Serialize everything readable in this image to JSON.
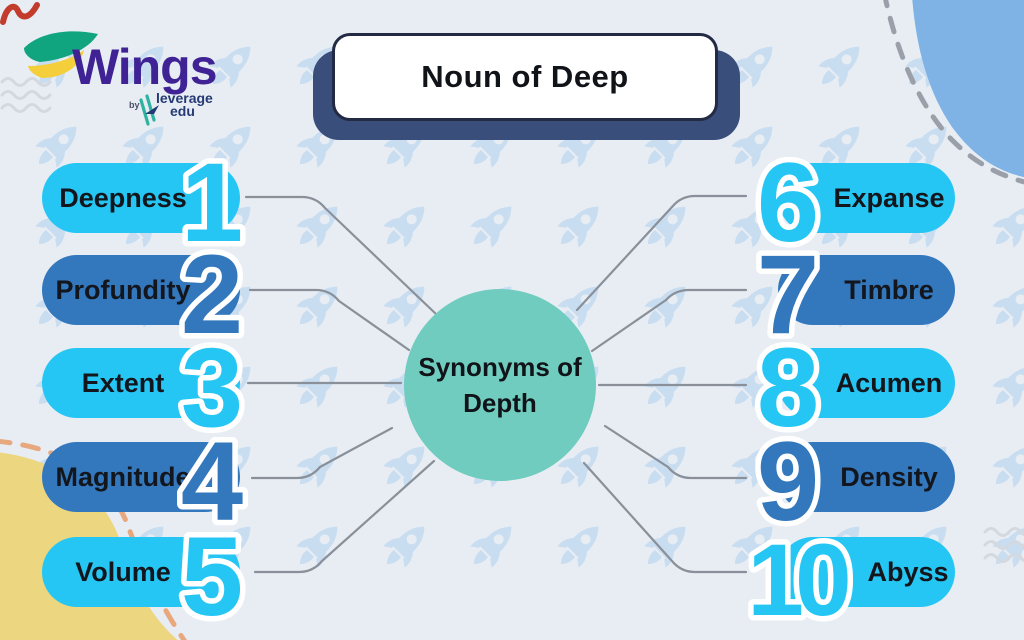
{
  "header": {
    "title": "Noun of Deep"
  },
  "brand": {
    "wings": "Wings",
    "by": "by",
    "leverage": "leverage",
    "edu": "edu"
  },
  "center": {
    "line1": "Synonyms of",
    "line2": "Depth"
  },
  "items": [
    {
      "number": "1",
      "label": "Deepness",
      "side": "left",
      "color": "cyan"
    },
    {
      "number": "2",
      "label": "Profundity",
      "side": "left",
      "color": "blue"
    },
    {
      "number": "3",
      "label": "Extent",
      "side": "left",
      "color": "cyan"
    },
    {
      "number": "4",
      "label": "Magnitude",
      "side": "left",
      "color": "blue"
    },
    {
      "number": "5",
      "label": "Volume",
      "side": "left",
      "color": "cyan"
    },
    {
      "number": "6",
      "label": "Expanse",
      "side": "right",
      "color": "cyan"
    },
    {
      "number": "7",
      "label": "Timbre",
      "side": "right",
      "color": "blue"
    },
    {
      "number": "8",
      "label": "Acumen",
      "side": "right",
      "color": "cyan"
    },
    {
      "number": "9",
      "label": "Density",
      "side": "right",
      "color": "blue"
    },
    {
      "number": "10",
      "label": "Abyss",
      "side": "right",
      "color": "cyan"
    }
  ],
  "icons": {
    "background_pattern": "rocket-icon",
    "brand_mark": "wing-icon",
    "leverage_mark": "leverage-edu-icon"
  },
  "colors": {
    "bg": "#E8EDF4",
    "cyan": "#25C6F3",
    "blue": "#3377BD",
    "teal": "#71CCC0",
    "navy": "#3A4E7C",
    "box_border": "#232A43",
    "purple": "#3F2394",
    "leverage_navy": "#253A74",
    "rocket": "#C9DDF1",
    "yellow": "#ECD780",
    "blue_blob": "#7FB2E5",
    "orange": "#E8A87E",
    "connector": "#8A9099",
    "wave": "#D4D9E0",
    "red": "#C23B2C",
    "gray_dash": "#99A0A9",
    "text": "#13161C"
  }
}
